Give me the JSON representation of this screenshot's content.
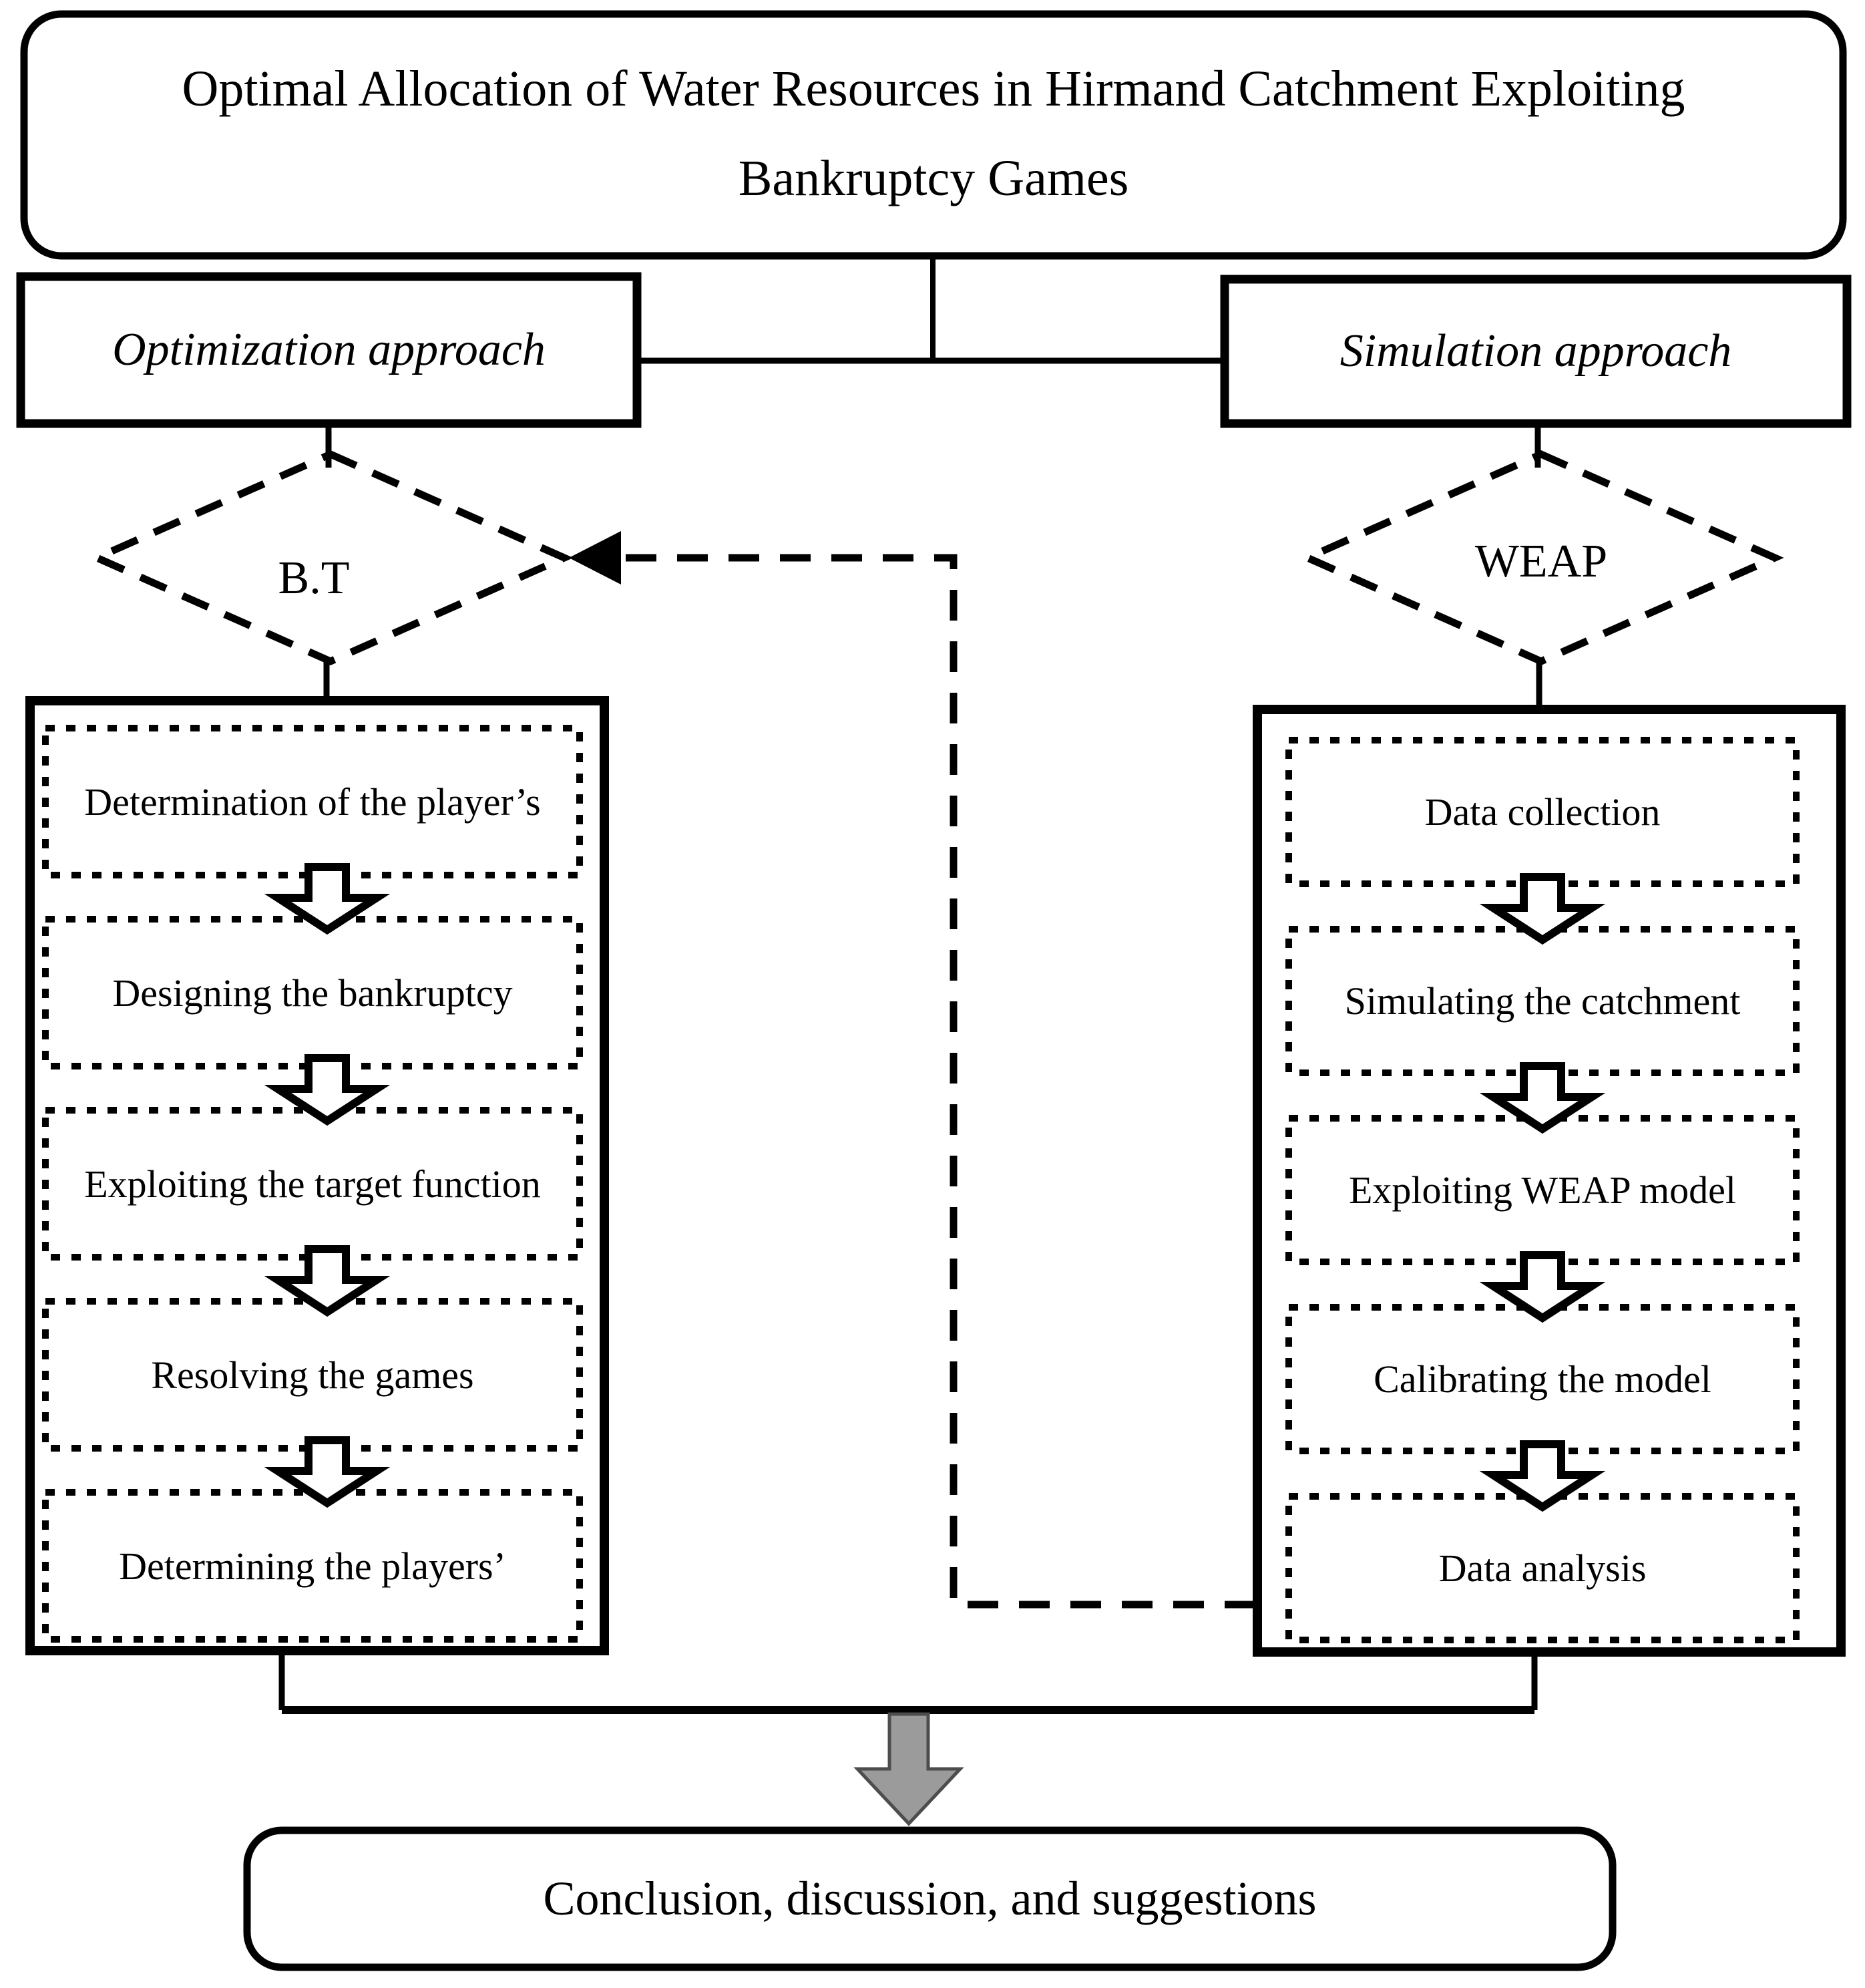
{
  "title": {
    "line1": "Optimal Allocation of Water Resources in Hirmand Catchment Exploiting",
    "line2": "Bankruptcy Games"
  },
  "left_branch": {
    "approach_label": "Optimization approach",
    "decision_label": "B.T",
    "steps": [
      "Determination of the player’s",
      "Designing the bankruptcy",
      "Exploiting the target function",
      "Resolving the games",
      "Determining the players’"
    ]
  },
  "right_branch": {
    "approach_label": "Simulation approach",
    "decision_label": "WEAP",
    "steps": [
      "Data collection",
      "Simulating the catchment",
      "Exploiting WEAP model",
      "Calibrating the model",
      "Data analysis"
    ]
  },
  "conclusion": {
    "label": "Conclusion, discussion, and suggestions"
  },
  "colors": {
    "line": "#000000",
    "step_arrow_fill": "#ffffff",
    "merge_arrow_fill": "#9b9b9b",
    "background": "#ffffff"
  }
}
